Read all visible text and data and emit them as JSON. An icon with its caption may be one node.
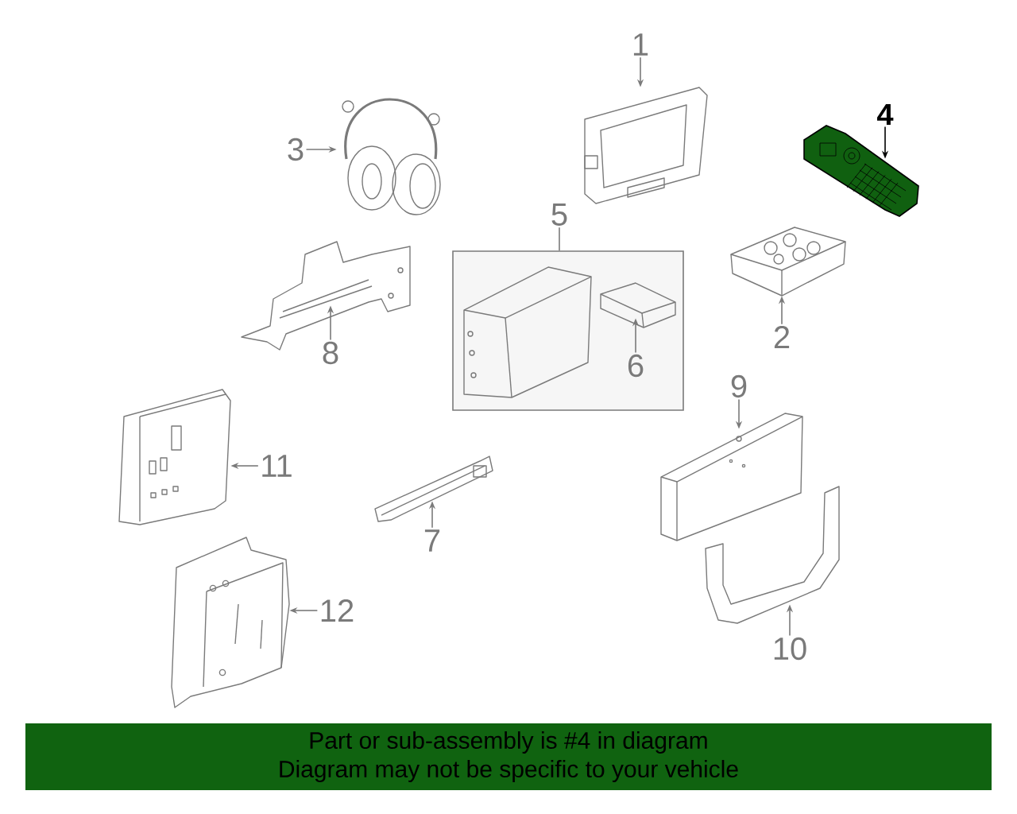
{
  "diagram": {
    "nodes": [
      {
        "text": [
          "1"
        ]
      },
      {
        "text": [],
        "shape": "picture"
      },
      {
        "text": [
          "2"
        ]
      },
      {
        "text": [],
        "shape": "picture"
      },
      {
        "text": [
          "3"
        ]
      },
      {
        "text": [],
        "shape": "picture"
      },
      {
        "text": [
          "4"
        ]
      },
      {
        "text": [],
        "shape": "picture"
      },
      {
        "text": [
          "5"
        ]
      },
      {
        "text": [],
        "shape": "box"
      },
      {
        "text": [],
        "shape": "picture",
        "in": 9
      },
      {
        "text": [
          "6"
        ],
        "in": 9
      },
      {
        "text": [],
        "shape": "picture",
        "in": 9
      },
      {
        "text": [
          "7"
        ]
      },
      {
        "text": [],
        "shape": "picture"
      },
      {
        "text": [
          "8"
        ]
      },
      {
        "text": [],
        "shape": "picture"
      },
      {
        "text": [
          "9"
        ]
      },
      {
        "text": [],
        "shape": "picture"
      },
      {
        "text": [
          "10"
        ]
      },
      {
        "text": [],
        "shape": "picture"
      },
      {
        "text": [
          "11"
        ]
      },
      {
        "text": [],
        "shape": "picture"
      },
      {
        "text": [
          "12"
        ]
      },
      {
        "text": [],
        "shape": "picture"
      },
      {
        "text": [
          "Part or sub-assembly is #4 in diagram",
          "Diagram may not be specific to your vehicle"
        ]
      }
    ],
    "edges": [
      {
        "from": 0,
        "to": 1,
        "arrow": "to"
      },
      {
        "from": 2,
        "to": 3,
        "arrow": "to"
      },
      {
        "from": 4,
        "to": 5,
        "arrow": "to"
      },
      {
        "from": 6,
        "to": 7,
        "arrow": "to",
        "color": "#000000"
      },
      {
        "from": 8,
        "to": 9,
        "arrow": "none"
      },
      {
        "from": 11,
        "to": 12,
        "arrow": "to"
      },
      {
        "from": 13,
        "to": 14,
        "arrow": "to"
      },
      {
        "from": 15,
        "to": 16,
        "arrow": "to"
      },
      {
        "from": 17,
        "to": 18,
        "arrow": "to"
      },
      {
        "from": 19,
        "to": 20,
        "arrow": "to"
      },
      {
        "from": 21,
        "to": 22,
        "arrow": "to"
      },
      {
        "from": 23,
        "to": 24,
        "arrow": "to"
      }
    ]
  }
}
